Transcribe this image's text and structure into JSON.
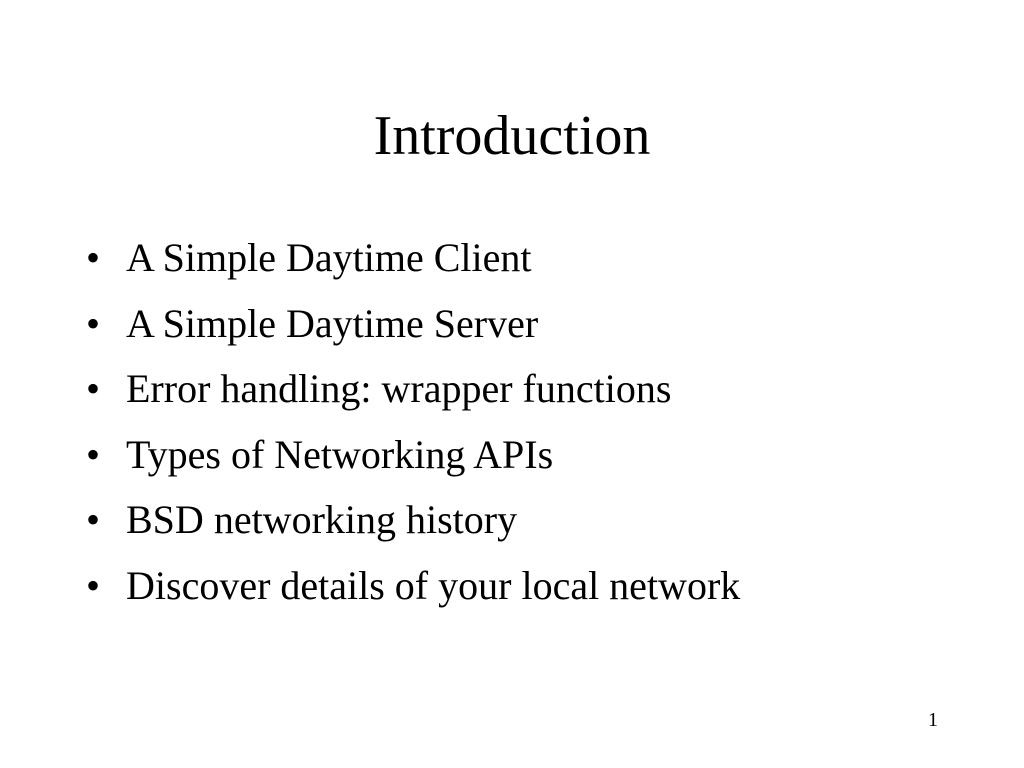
{
  "slide": {
    "title": "Introduction",
    "bullet_symbol": "•",
    "bullets": [
      "A Simple Daytime Client",
      "A Simple Daytime Server",
      "Error handling: wrapper functions",
      "Types of Networking APIs",
      "BSD networking history",
      "Discover details of your local network"
    ],
    "page_number": "1"
  }
}
